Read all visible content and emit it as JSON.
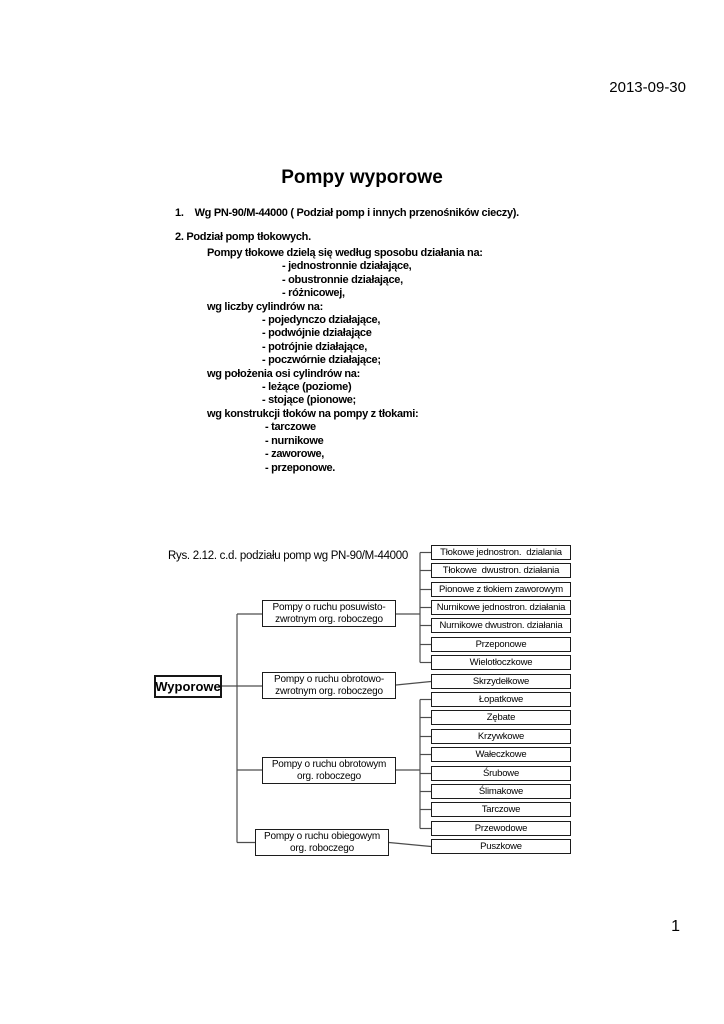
{
  "page": {
    "date": "2013-09-30",
    "title": "Pompy wyporowe",
    "page_number": "1"
  },
  "list": {
    "item1": "1.    Wg PN-90/M-44000 ( Podział pomp i innych przenośników cieczy).",
    "item2": "2. Podział pomp tłokowych."
  },
  "body": {
    "lines": [
      "Pompy tłokowe dzielą się według sposobu działania na:",
      "- jednostronnie działające,",
      "- obustronnie działające,",
      "- różnicowej,",
      "wg liczby cylindrów na:",
      "- pojedynczo działające,",
      "- podwójnie działające",
      "- potrójnie działające,",
      "- poczwórnie działające;",
      "wg położenia osi cylindrów na:",
      "- leżące (poziome)",
      "- stojące (pionowe;",
      "wg konstrukcji tłoków na pompy z tłokami:",
      "- tarczowe",
      "- nurnikowe",
      "- zaworowe,",
      "- przeponowe."
    ]
  },
  "figure": {
    "caption": "Rys. 2.12. c.d. podziału pomp wg PN-90/M-44000",
    "root": "Wyporowe",
    "branches": [
      "Pompy o ruchu posuwisto-\nzwrotnym org. roboczego",
      "Pompy o ruchu obrotowo-\nzwrotnym org. roboczego",
      "Pompy o ruchu obrotowym\norg. roboczego",
      "Pompy o ruchu obiegowym\norg.  roboczego"
    ],
    "leaves": [
      "Tłokowe jednostron.  dzialania",
      "Tłokowe  dwustron. działania",
      "Pionowe z tłokiem zaworowym",
      "Nurnikowe jednostron. działania",
      "Nurnikowe dwustron. działania",
      "Przeponowe",
      "Wielotłoczkowe",
      "Skrzydełkowe",
      "Łopatkowe",
      "Zębate",
      "Krzywkowe",
      "Wałeczkowe",
      "Śrubowe",
      "Ślimakowe",
      "Tarczowe",
      "Przewodowe",
      "Puszkowe"
    ]
  },
  "colors": {
    "text": "#000000",
    "box_border": "#1c1c1c",
    "connector": "#4d4d4d"
  }
}
